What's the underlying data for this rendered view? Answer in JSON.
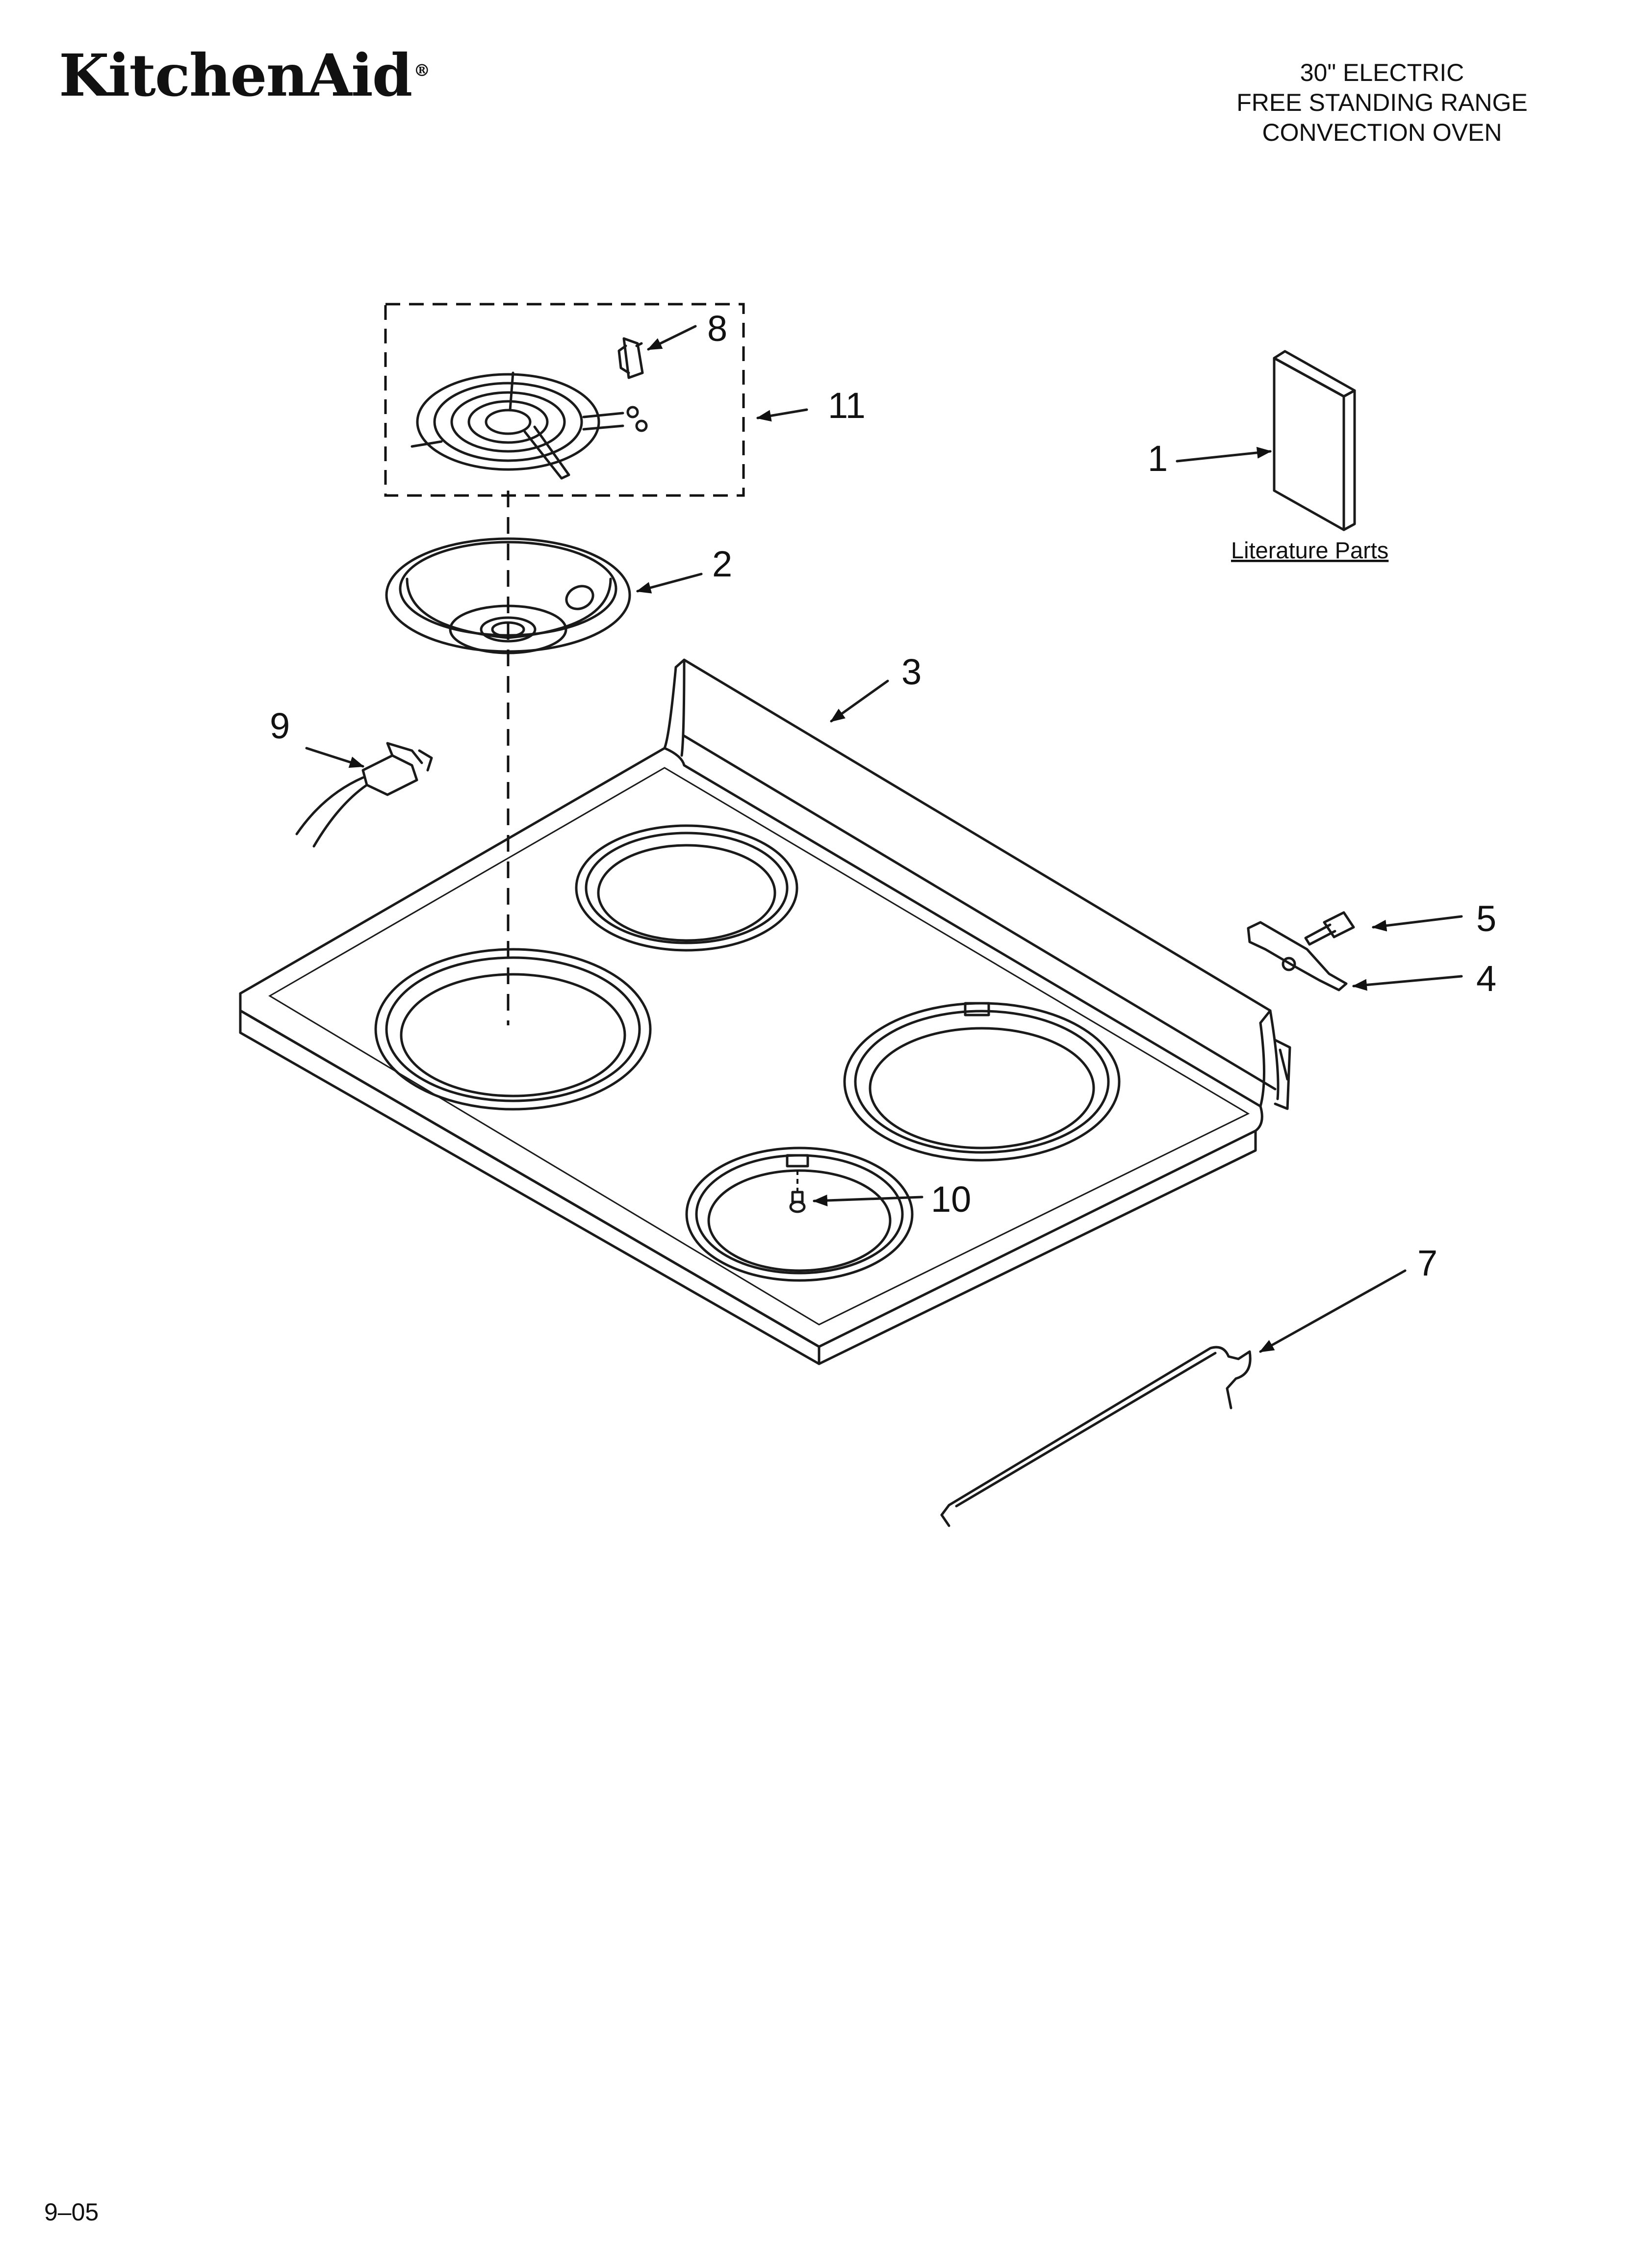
{
  "header": {
    "brand": "KitchenAid",
    "registered_mark": "®",
    "title_lines": [
      "30\" ELECTRIC",
      "FREE STANDING RANGE",
      "CONVECTION OVEN"
    ]
  },
  "callouts": [
    {
      "id": "1",
      "label": "1"
    },
    {
      "id": "2",
      "label": "2"
    },
    {
      "id": "3",
      "label": "3"
    },
    {
      "id": "4",
      "label": "4"
    },
    {
      "id": "5",
      "label": "5"
    },
    {
      "id": "7",
      "label": "7"
    },
    {
      "id": "8",
      "label": "8"
    },
    {
      "id": "9",
      "label": "9"
    },
    {
      "id": "10",
      "label": "10"
    },
    {
      "id": "11",
      "label": "11"
    }
  ],
  "literature_label": "Literature Parts",
  "footer": {
    "date_code": "9–05"
  }
}
